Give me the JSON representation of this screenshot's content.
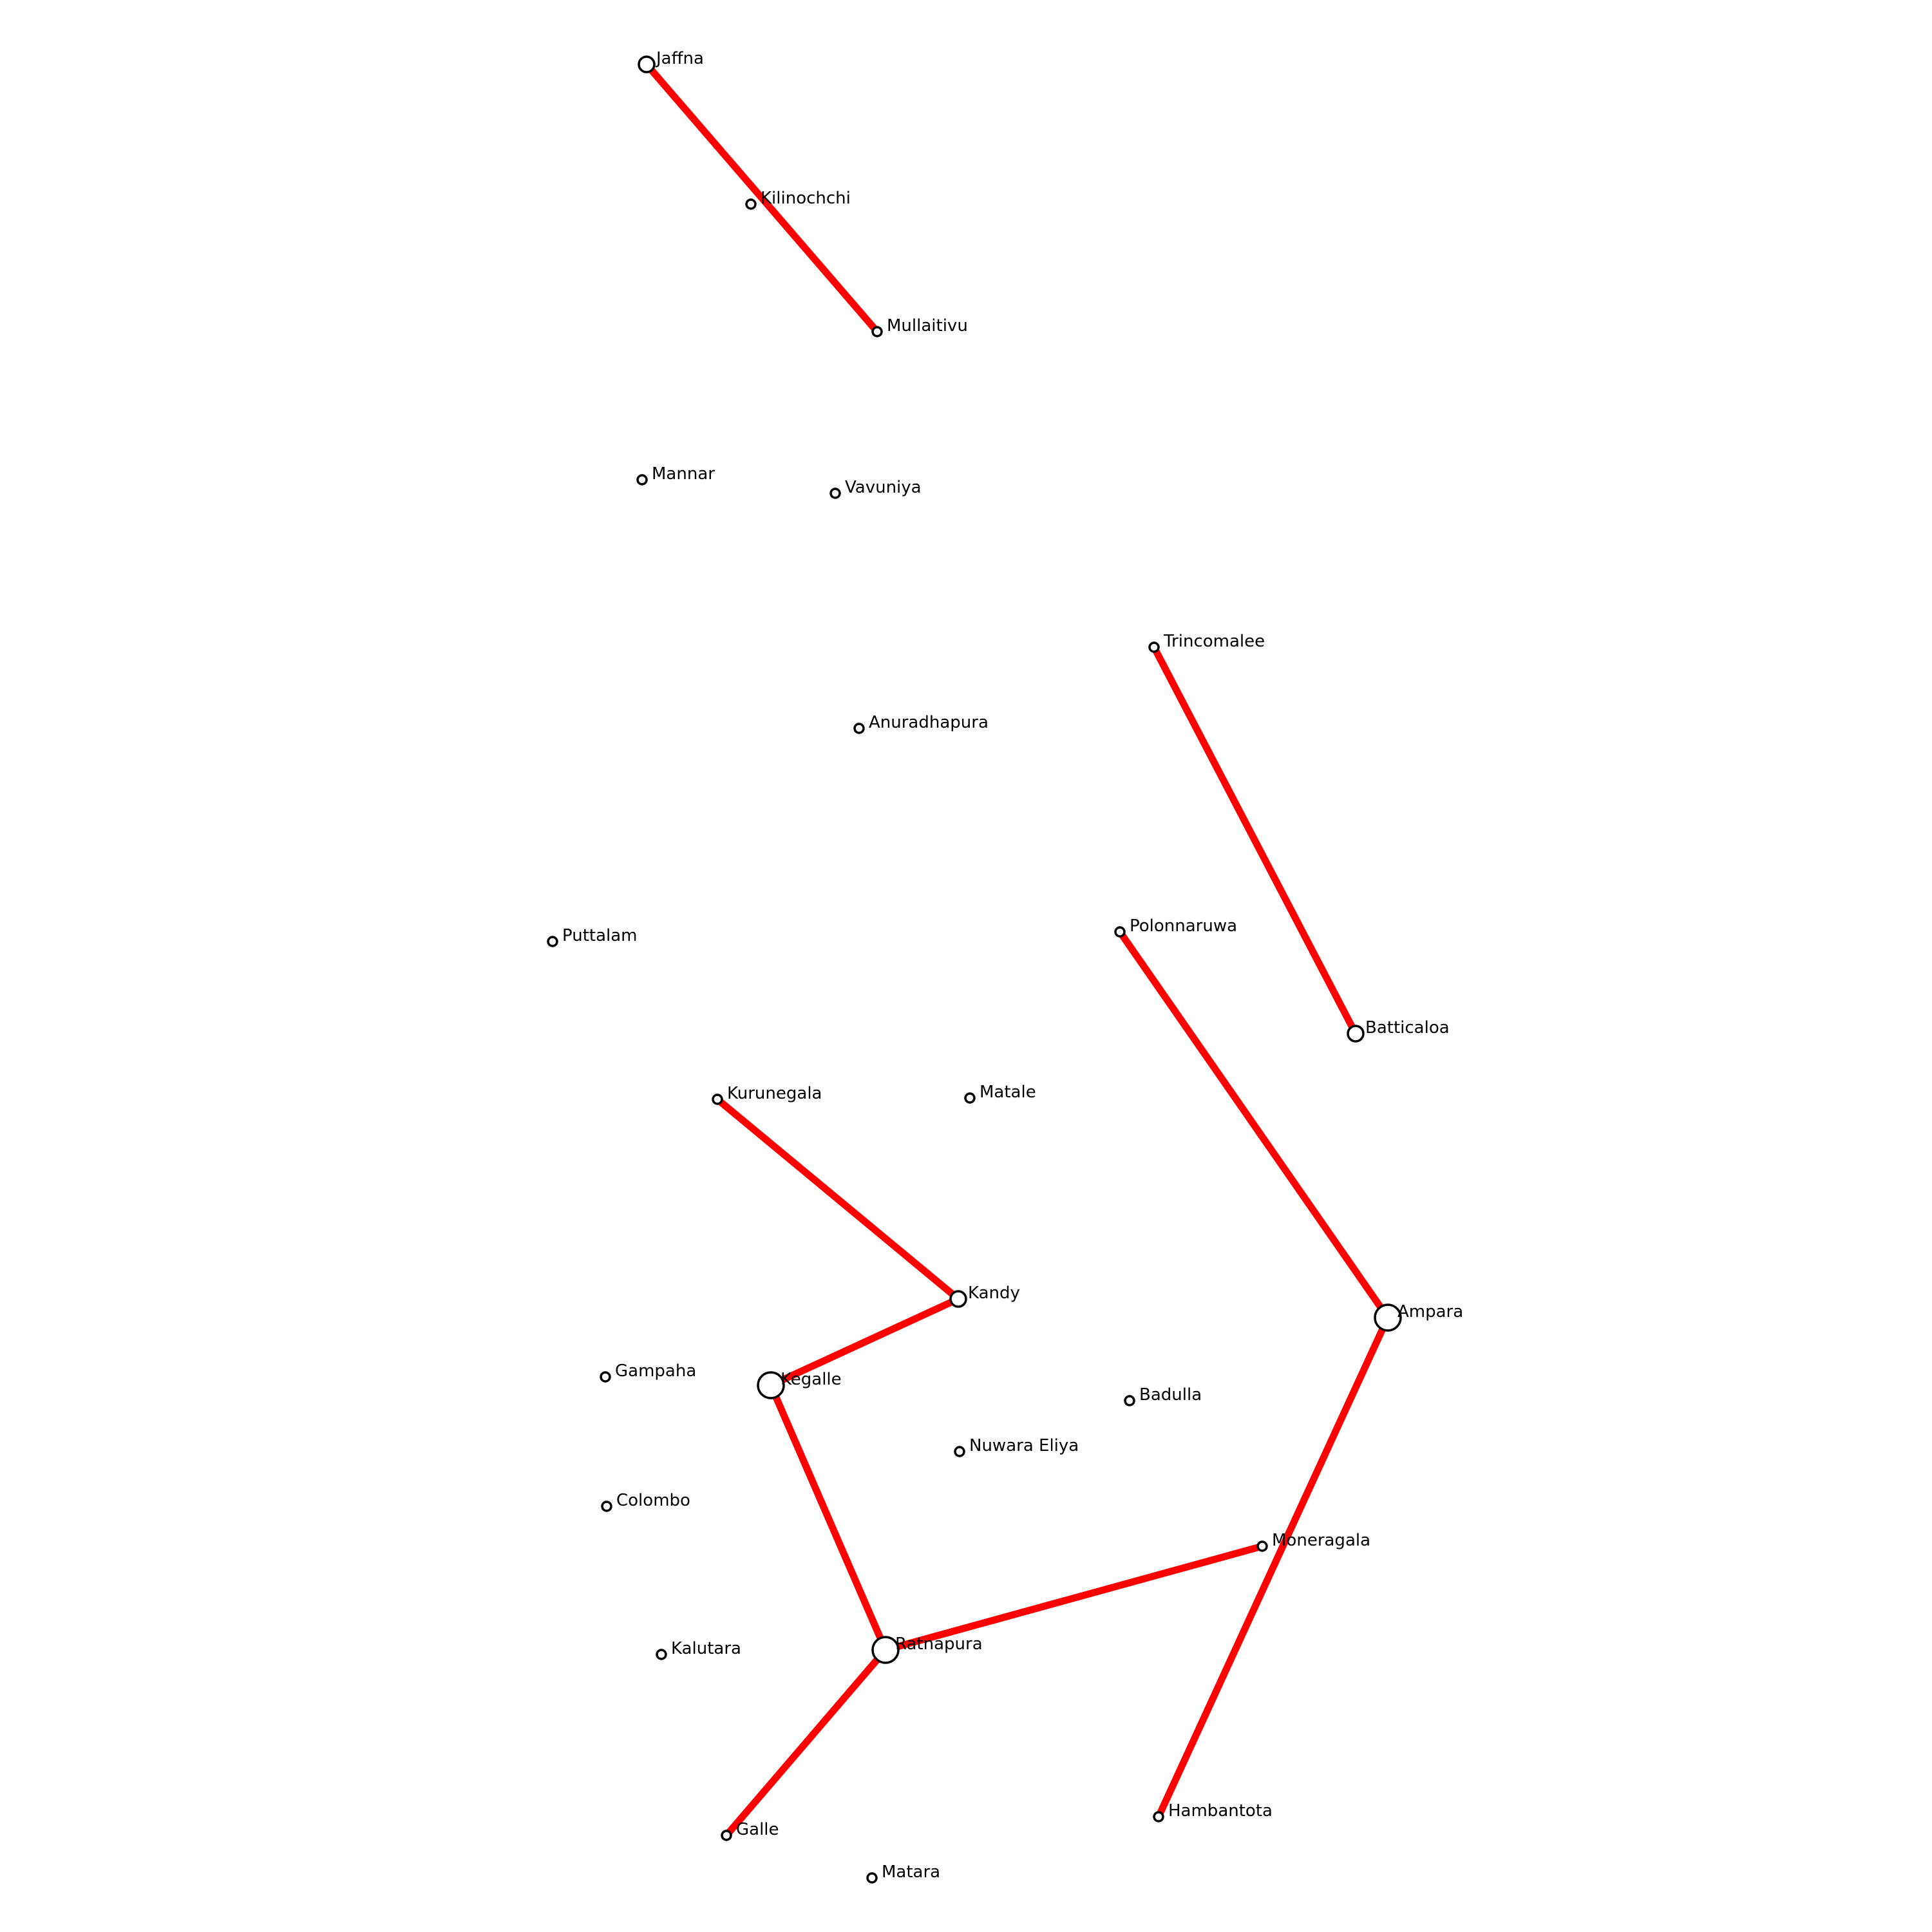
{
  "colors": {
    "edge": "#ff0000",
    "node_fill": "#ffffff",
    "node_stroke": "#000000",
    "background": "#ffffff"
  },
  "nodes": [
    {
      "id": "jaffna",
      "label": "Jaffna",
      "kind": "hub"
    },
    {
      "id": "kilinochchi",
      "label": "Kilinochchi",
      "kind": "minor"
    },
    {
      "id": "mullaitivu",
      "label": "Mullaitivu",
      "kind": "minor"
    },
    {
      "id": "mannar",
      "label": "Mannar",
      "kind": "minor"
    },
    {
      "id": "vavuniya",
      "label": "Vavuniya",
      "kind": "minor"
    },
    {
      "id": "trincomalee",
      "label": "Trincomalee",
      "kind": "minor"
    },
    {
      "id": "anuradhapura",
      "label": "Anuradhapura",
      "kind": "minor"
    },
    {
      "id": "puttalam",
      "label": "Puttalam",
      "kind": "minor"
    },
    {
      "id": "polonnaruwa",
      "label": "Polonnaruwa",
      "kind": "minor"
    },
    {
      "id": "batticaloa",
      "label": "Batticaloa",
      "kind": "hub"
    },
    {
      "id": "kurunegala",
      "label": "Kurunegala",
      "kind": "minor"
    },
    {
      "id": "matale",
      "label": "Matale",
      "kind": "minor"
    },
    {
      "id": "kandy",
      "label": "Kandy",
      "kind": "hub"
    },
    {
      "id": "ampara",
      "label": "Ampara",
      "kind": "major"
    },
    {
      "id": "gampaha",
      "label": "Gampaha",
      "kind": "minor"
    },
    {
      "id": "kegalle",
      "label": "Kegalle",
      "kind": "major"
    },
    {
      "id": "badulla",
      "label": "Badulla",
      "kind": "minor"
    },
    {
      "id": "nuwara_eliya",
      "label": "Nuwara Eliya",
      "kind": "minor"
    },
    {
      "id": "colombo",
      "label": "Colombo",
      "kind": "minor"
    },
    {
      "id": "moneragala",
      "label": "Moneragala",
      "kind": "minor"
    },
    {
      "id": "kalutara",
      "label": "Kalutara",
      "kind": "minor"
    },
    {
      "id": "ratnapura",
      "label": "Ratnapura",
      "kind": "major"
    },
    {
      "id": "galle",
      "label": "Galle",
      "kind": "minor"
    },
    {
      "id": "hambantota",
      "label": "Hambantota",
      "kind": "minor"
    },
    {
      "id": "matara",
      "label": "Matara",
      "kind": "minor"
    }
  ],
  "edges": [
    {
      "from": "jaffna",
      "to": "mullaitivu"
    },
    {
      "from": "trincomalee",
      "to": "batticaloa"
    },
    {
      "from": "polonnaruwa",
      "to": "ampara"
    },
    {
      "from": "kurunegala",
      "to": "kandy"
    },
    {
      "from": "kandy",
      "to": "kegalle"
    },
    {
      "from": "kegalle",
      "to": "ratnapura"
    },
    {
      "from": "ratnapura",
      "to": "moneragala"
    },
    {
      "from": "ratnapura",
      "to": "galle"
    },
    {
      "from": "ampara",
      "to": "hambantota"
    }
  ]
}
